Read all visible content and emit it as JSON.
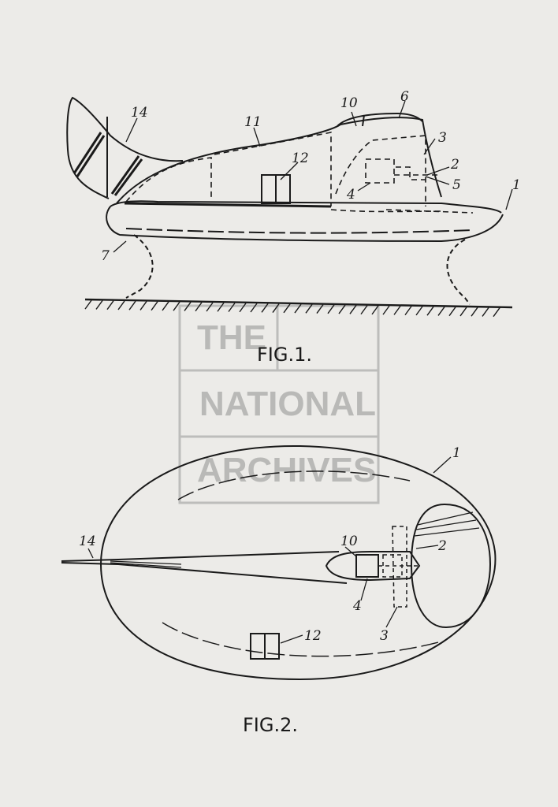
{
  "watermark": {
    "line1": "THE",
    "line2": "NATIONAL",
    "line3": "ARCHIVES"
  },
  "fig1": {
    "label": "FIG.1.",
    "refs": {
      "r1": "1",
      "r2": "2",
      "r3": "3",
      "r4": "4",
      "r5": "5",
      "r6": "6",
      "r7": "7",
      "r10": "10",
      "r11": "11",
      "r12": "12",
      "r14": "14"
    }
  },
  "fig2": {
    "label": "FIG.2.",
    "refs": {
      "r1": "1",
      "r2": "2",
      "r3": "3",
      "r4": "4",
      "r10": "10",
      "r12": "12",
      "r14": "14"
    }
  },
  "colors": {
    "ink": "#1a1a1a",
    "paper": "#ecebe8",
    "watermark": "#b9b9b7"
  }
}
